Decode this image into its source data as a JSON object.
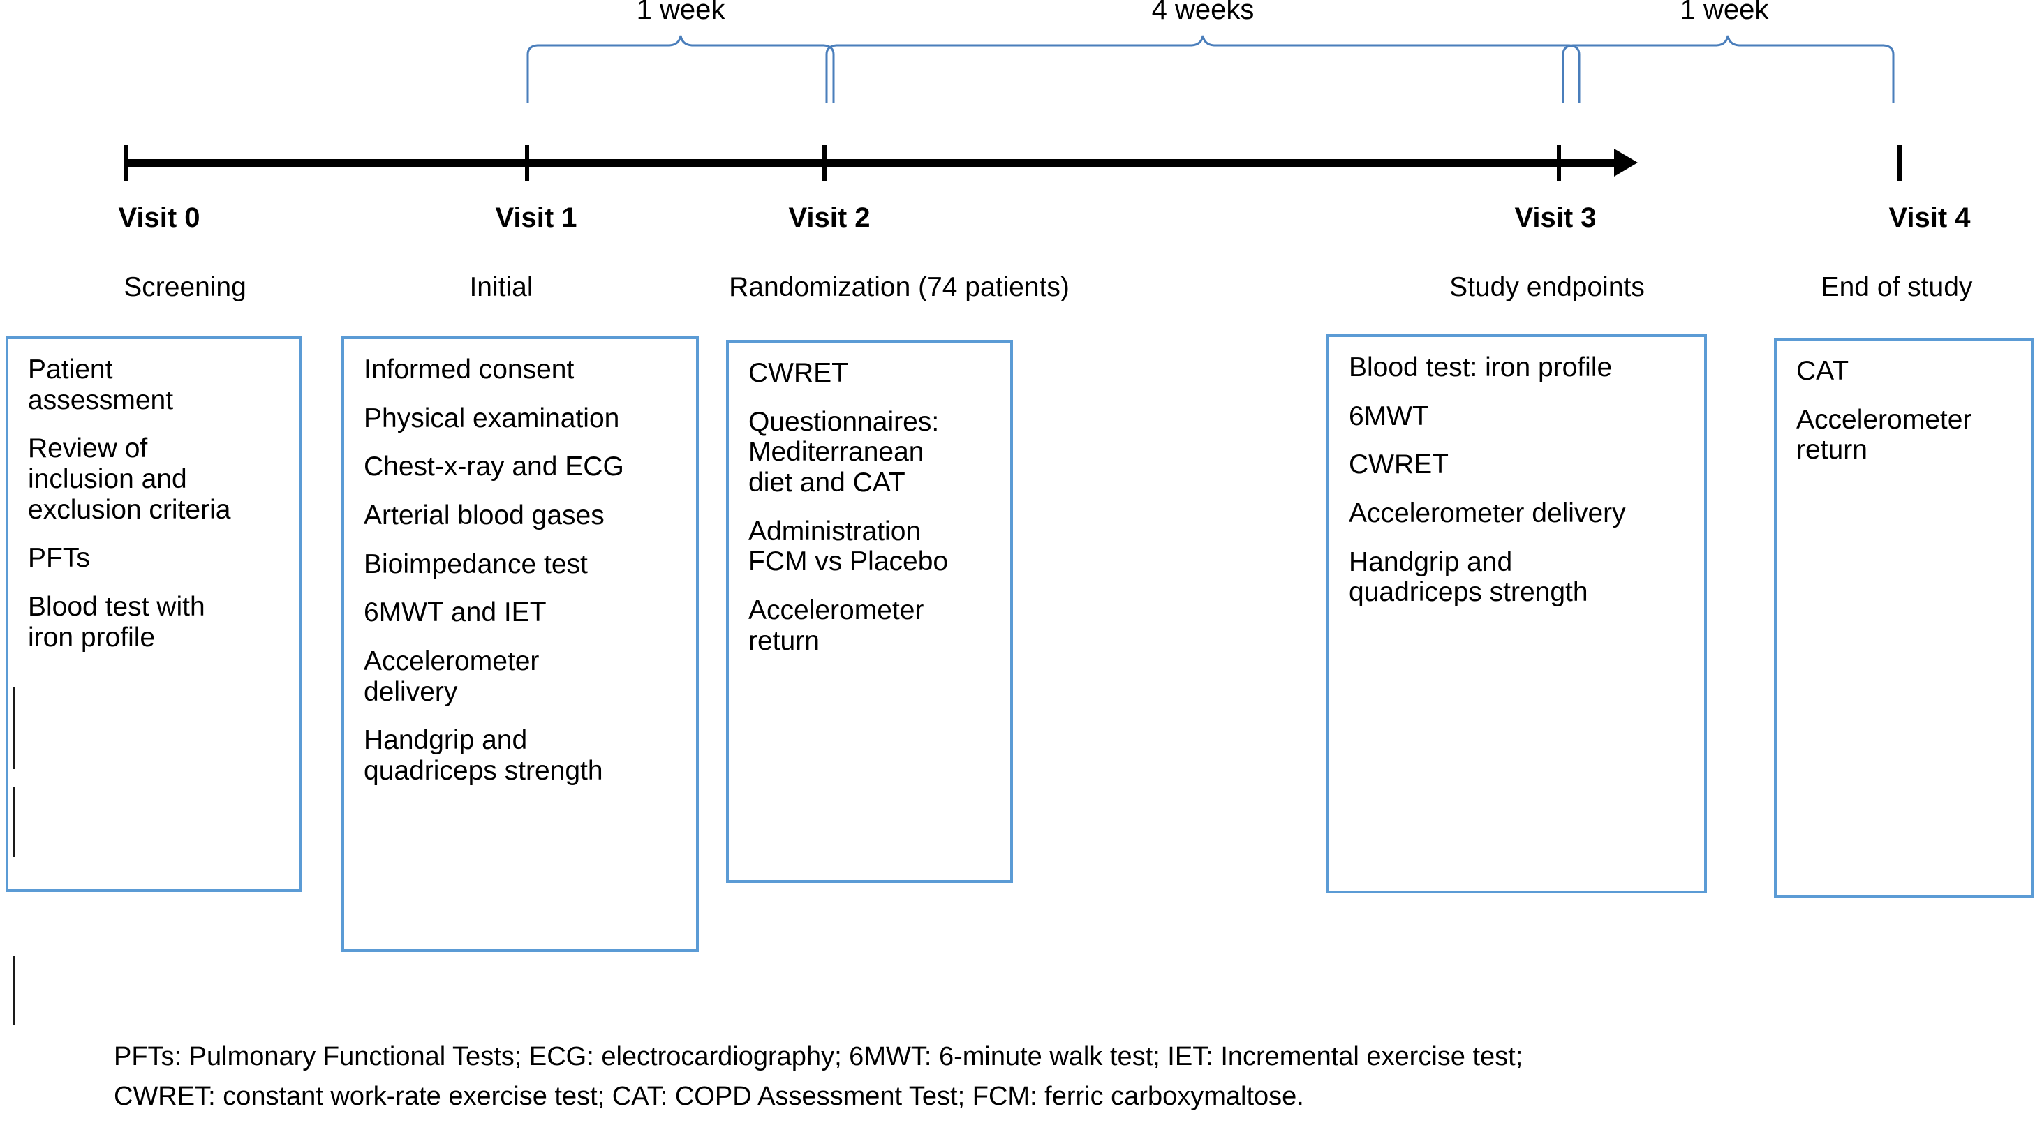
{
  "timeline": {
    "durations": [
      {
        "label": "1 week",
        "from_visit": "Visit 1",
        "to_visit": "Visit 2"
      },
      {
        "label": "4 weeks",
        "from_visit": "Visit 2",
        "to_visit": "Visit 3"
      },
      {
        "label": "1 week",
        "from_visit": "Visit 3",
        "to_visit": "Visit 4"
      }
    ],
    "visits": [
      {
        "name": "Visit 0",
        "subtitle": "Screening"
      },
      {
        "name": "Visit 1",
        "subtitle": "Initial"
      },
      {
        "name": "Visit 2",
        "subtitle": "Randomization (74 patients)"
      },
      {
        "name": "Visit 3",
        "subtitle": "Study endpoints"
      },
      {
        "name": "Visit 4",
        "subtitle": "End of study"
      }
    ]
  },
  "cards": [
    {
      "visit": "Visit 0",
      "items": [
        "Patient\nassessment",
        "Review of\ninclusion and\nexclusion criteria",
        "PFTs",
        "Blood test with\niron profile"
      ]
    },
    {
      "visit": "Visit 1",
      "items": [
        "Informed consent",
        "Physical examination",
        "Chest-x-ray and ECG",
        "Arterial blood gases",
        "Bioimpedance test",
        "6MWT and IET",
        "Accelerometer\ndelivery",
        "Handgrip and\nquadriceps strength"
      ]
    },
    {
      "visit": "Visit 2",
      "items": [
        "CWRET",
        "Questionnaires:\nMediterranean\ndiet and CAT",
        "Administration\nFCM vs Placebo",
        "Accelerometer\nreturn"
      ]
    },
    {
      "visit": "Visit 3",
      "items": [
        "Blood test: iron profile",
        "6MWT",
        "CWRET",
        "Accelerometer delivery",
        "Handgrip and\nquadriceps strength"
      ]
    },
    {
      "visit": "Visit 4",
      "items": [
        "CAT",
        "Accelerometer\nreturn"
      ]
    }
  ],
  "footnote": {
    "line1": "PFTs: Pulmonary Functional Tests; ECG: electrocardiography; 6MWT: 6-minute walk test; IET: Incremental exercise test;",
    "line2": "CWRET: constant work-rate exercise test; CAT: COPD Assessment Test; FCM: ferric carboxymaltose."
  },
  "colors": {
    "brace": "#4A7EBB",
    "card_border": "#5B9BD5",
    "axis": "#000000",
    "text": "#000000"
  }
}
